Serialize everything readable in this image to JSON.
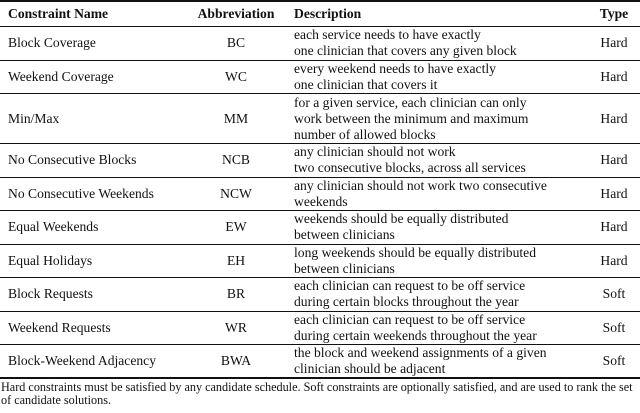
{
  "table": {
    "headers": [
      "Constraint Name",
      "Abbreviation",
      "Description",
      "Type"
    ],
    "rows": [
      {
        "name": "Block Coverage",
        "abbr": "BC",
        "desc": [
          "each service needs to have exactly",
          "one clinician that covers any given block"
        ],
        "type": "Hard"
      },
      {
        "name": "Weekend Coverage",
        "abbr": "WC",
        "desc": [
          "every weekend needs to have exactly",
          "one clinician that covers it"
        ],
        "type": "Hard"
      },
      {
        "name": "Min/Max",
        "abbr": "MM",
        "desc": [
          "for a given service, each clinician can only",
          "work between the minimum and maximum",
          "number of allowed blocks"
        ],
        "type": "Hard"
      },
      {
        "name": "No Consecutive Blocks",
        "abbr": "NCB",
        "desc": [
          "any clinician should not work",
          "two consecutive blocks, across all services"
        ],
        "type": "Hard"
      },
      {
        "name": "No Consecutive Weekends",
        "abbr": "NCW",
        "desc": [
          "any clinician should not work two consecutive",
          "weekends"
        ],
        "type": "Hard"
      },
      {
        "name": "Equal Weekends",
        "abbr": "EW",
        "desc": [
          "weekends should be equally distributed",
          "between clinicians"
        ],
        "type": "Hard"
      },
      {
        "name": "Equal Holidays",
        "abbr": "EH",
        "desc": [
          "long weekends should be equally distributed",
          "between clinicians"
        ],
        "type": "Hard"
      },
      {
        "name": "Block Requests",
        "abbr": "BR",
        "desc": [
          "each clinician can request to be off service",
          "during certain blocks throughout the year"
        ],
        "type": "Soft"
      },
      {
        "name": "Weekend Requests",
        "abbr": "WR",
        "desc": [
          "each clinician can request to be off service",
          "during certain weekends throughout the year"
        ],
        "type": "Soft"
      },
      {
        "name": "Block-Weekend Adjacency",
        "abbr": "BWA",
        "desc": [
          "the block and weekend assignments of a given",
          "clinician should be adjacent"
        ],
        "type": "Soft"
      }
    ]
  },
  "footnote": "Hard constraints must be satisfied by any candidate schedule. Soft constraints are optionally satisfied, and are used to rank the set of candidate solutions."
}
